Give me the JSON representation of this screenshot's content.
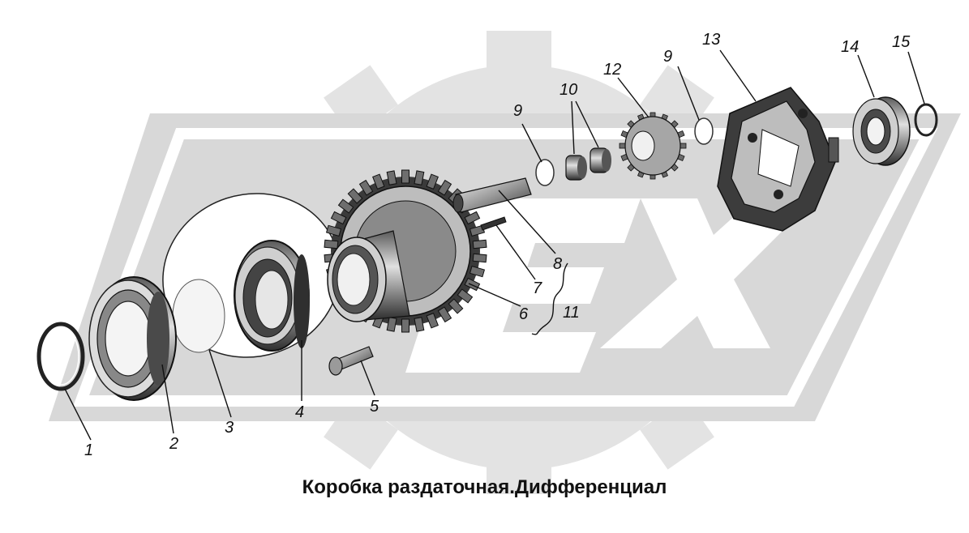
{
  "caption": "Коробка раздаточная.Дифференциал",
  "watermark": {
    "text": "EX",
    "color": "#cfcfcf"
  },
  "parts": [
    {
      "id": "1",
      "label": "1"
    },
    {
      "id": "2",
      "label": "2"
    },
    {
      "id": "3",
      "label": "3"
    },
    {
      "id": "4",
      "label": "4"
    },
    {
      "id": "5",
      "label": "5"
    },
    {
      "id": "6",
      "label": "6"
    },
    {
      "id": "7",
      "label": "7"
    },
    {
      "id": "8",
      "label": "8"
    },
    {
      "id": "9a",
      "label": "9"
    },
    {
      "id": "9b",
      "label": "9"
    },
    {
      "id": "10",
      "label": "10"
    },
    {
      "id": "11",
      "label": "11"
    },
    {
      "id": "12",
      "label": "12"
    },
    {
      "id": "13",
      "label": "13"
    },
    {
      "id": "14",
      "label": "14"
    },
    {
      "id": "15",
      "label": "15"
    }
  ]
}
